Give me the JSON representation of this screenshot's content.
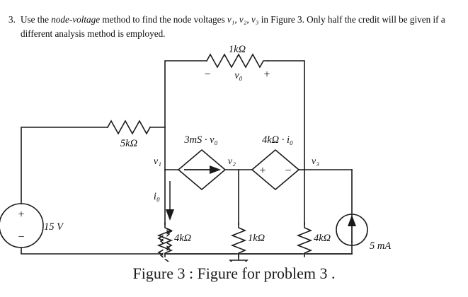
{
  "problem": {
    "number": "3.",
    "text_part1": "Use the ",
    "emphasis": "node-voltage",
    "text_part2": " method to find the node voltages ",
    "voltage_list": "v₁, v₂, v₃",
    "text_part3": " in Figure 3. Only half the credit will be given if a different analysis method is employed."
  },
  "caption": "Figure 3 :  Figure for problem 3 .",
  "circuit": {
    "title": "node-voltage circuit",
    "sources": {
      "independent_voltage": {
        "value": "15 V",
        "plus": "+",
        "minus": "−"
      },
      "independent_current": {
        "value": "5 mA",
        "direction": "up"
      },
      "dependent_current": {
        "value": "3mS · v₀",
        "coefficient": "3mS",
        "control": "v₀",
        "direction": "right"
      },
      "dependent_voltage": {
        "value": "4kΩ · i₀",
        "coefficient": "4kΩ",
        "control": "i₀",
        "plus": "+",
        "minus": "−"
      }
    },
    "resistors": {
      "top": "1kΩ",
      "left_series": "5kΩ",
      "branch_v1": "4kΩ",
      "branch_v2": "1kΩ",
      "branch_v3": "4kΩ"
    },
    "nodes": {
      "n1": "v₁",
      "n2": "v₂",
      "n3": "v₃"
    },
    "currents": {
      "i0": "i₀"
    },
    "voltage_labels": {
      "v0": "v₀",
      "v0_minus": "−",
      "v0_plus": "+"
    },
    "ground": "ground-symbol",
    "colors": {
      "wire": "#1a1a1a",
      "background": "#ffffff",
      "text": "#111111"
    }
  }
}
